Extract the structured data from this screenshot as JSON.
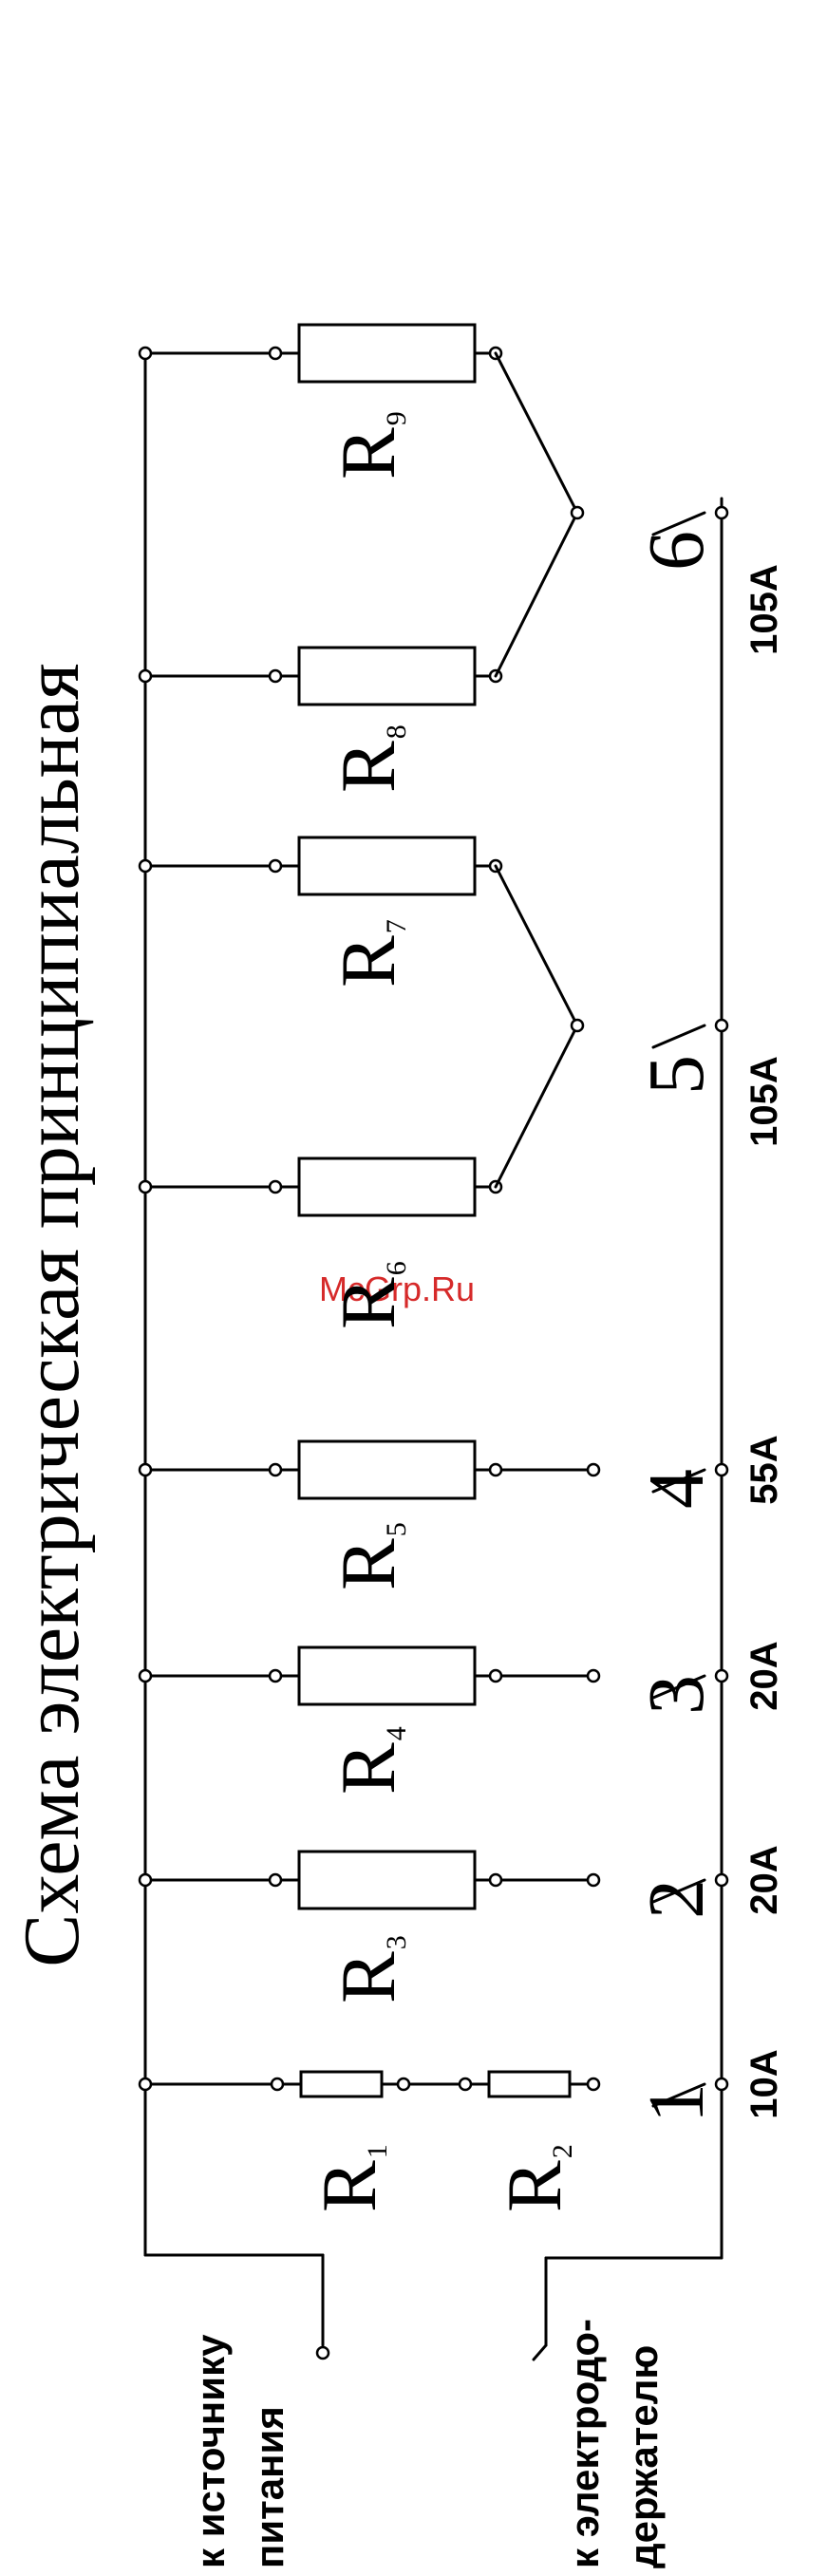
{
  "title": "Схема электрическая принципиальная",
  "watermark": "McGrp.Ru",
  "terminals": {
    "source_line1": "к источнику",
    "source_line2": "питания",
    "holder_line1": "к электродо-",
    "holder_line2": "держателю"
  },
  "resistors": [
    {
      "letter": "R",
      "index": "1"
    },
    {
      "letter": "R",
      "index": "2"
    },
    {
      "letter": "R",
      "index": "3"
    },
    {
      "letter": "R",
      "index": "4"
    },
    {
      "letter": "R",
      "index": "5"
    },
    {
      "letter": "R",
      "index": "6"
    },
    {
      "letter": "R",
      "index": "7"
    },
    {
      "letter": "R",
      "index": "8"
    },
    {
      "letter": "R",
      "index": "9"
    }
  ],
  "switches": [
    {
      "number": "1",
      "current": "10А"
    },
    {
      "number": "2",
      "current": "20А"
    },
    {
      "number": "3",
      "current": "20А"
    },
    {
      "number": "4",
      "current": "55А"
    },
    {
      "number": "5",
      "current": "105А"
    },
    {
      "number": "6",
      "current": "105А"
    }
  ]
}
